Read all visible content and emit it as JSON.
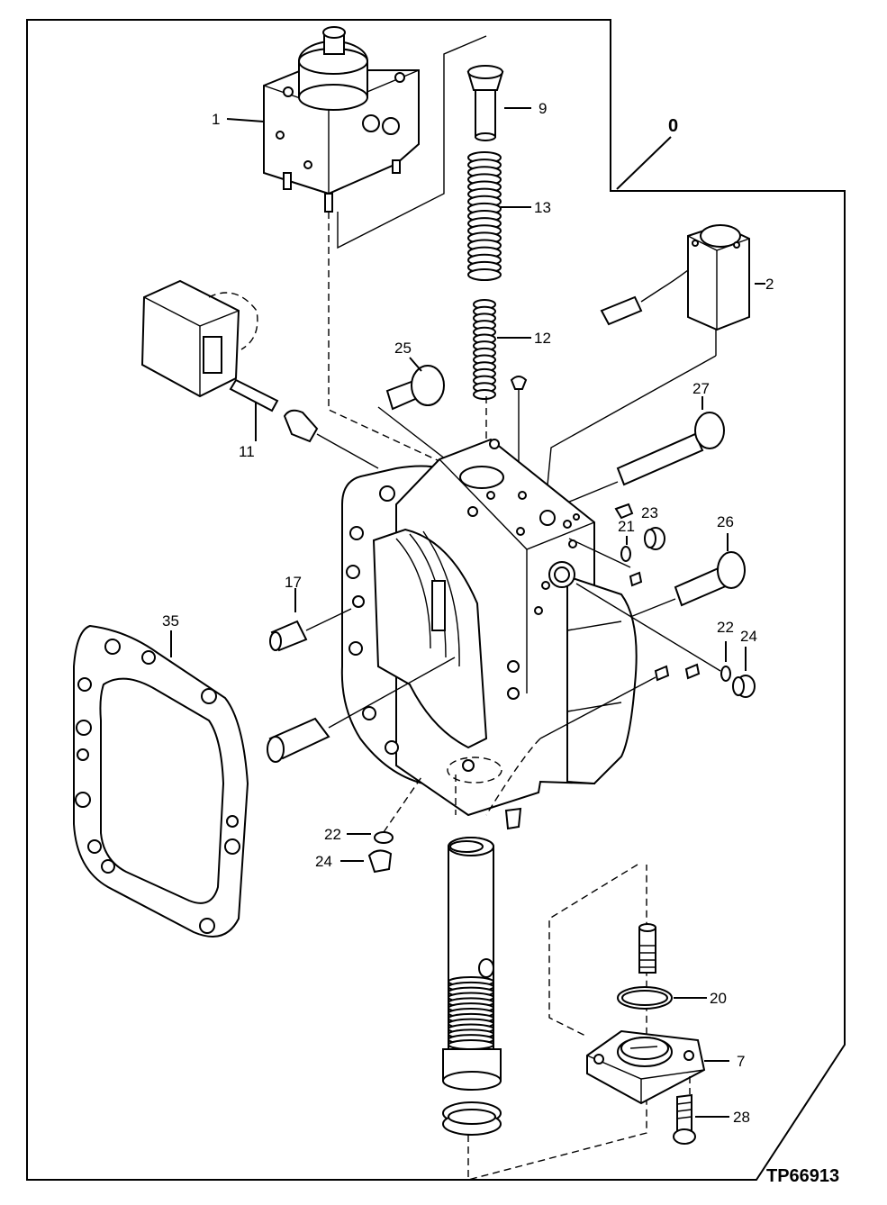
{
  "figure_id": "TP66913",
  "assembly_callout": "0",
  "callouts": {
    "c1": "1",
    "c2": "2",
    "c7": "7",
    "c9": "9",
    "c11": "11",
    "c12": "12",
    "c13": "13",
    "c17": "17",
    "c20": "20",
    "c21": "21",
    "c22a": "22",
    "c22b": "22",
    "c23": "23",
    "c24a": "24",
    "c24b": "24",
    "c25": "25",
    "c26": "26",
    "c27": "27",
    "c28": "28",
    "c35": "35"
  }
}
